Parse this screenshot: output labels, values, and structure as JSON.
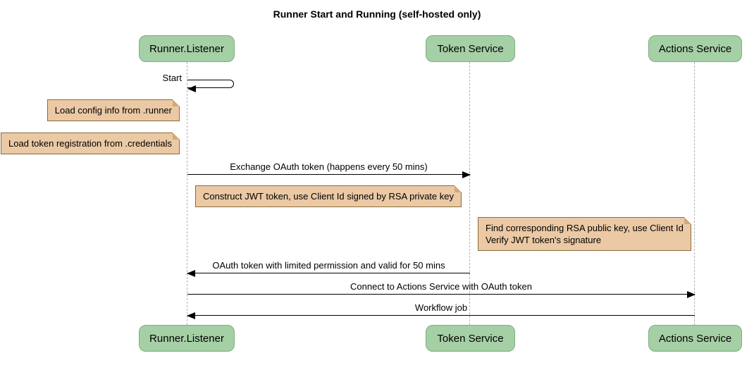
{
  "title": "Runner Start and Running (self-hosted only)",
  "colors": {
    "participant_fill": "#a5cfa5",
    "participant_border": "#7fae7f",
    "note_fill": "#ebc9a4",
    "note_border": "#8a6d3f",
    "note_fold": "#d3a878",
    "lifeline": "#b3b3b3",
    "arrow": "#000000"
  },
  "participants": [
    {
      "label": "Runner.Listener"
    },
    {
      "label": "Token Service"
    },
    {
      "label": "Actions Service"
    }
  ],
  "messages": {
    "start": "Start",
    "exchange": "Exchange OAuth token (happens every 50 mins)",
    "oauth_return": "OAuth token with limited permission and valid for 50 mins",
    "connect": "Connect to Actions Service with OAuth token",
    "workflow": "Workflow job"
  },
  "notes": {
    "load_config": "Load config info from .runner",
    "load_credentials": "Load token registration from .credentials",
    "construct_jwt": "Construct JWT token, use Client Id signed by RSA private key",
    "verify_jwt": [
      "Find corresponding RSA public key, use Client Id",
      "Verify JWT token's signature"
    ]
  }
}
